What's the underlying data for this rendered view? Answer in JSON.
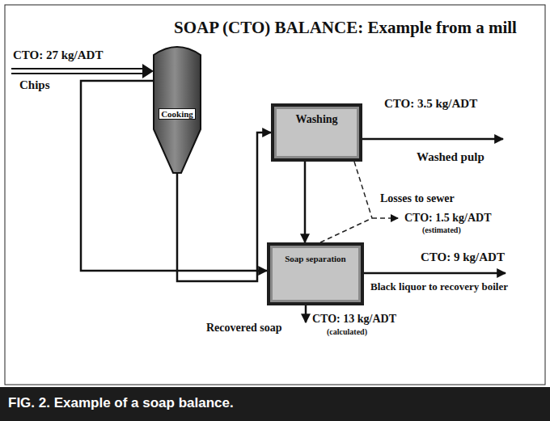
{
  "diagram": {
    "title": "SOAP (CTO) BALANCE: Example from a mill",
    "caption": "FIG. 2. Example of a soap balance.",
    "nodes": [
      {
        "text": [
          "Cooking"
        ]
      },
      {
        "text": [
          "Washing"
        ]
      },
      {
        "text": [
          "Soap separation"
        ]
      }
    ],
    "edges": [
      {
        "from": 0,
        "to": 1,
        "arrow": "to"
      },
      {
        "from": 1,
        "to": 2,
        "arrow": "to"
      },
      {
        "from": 0,
        "to": 2,
        "arrow": "to"
      }
    ],
    "labels": [
      "CTO: 27 kg/ADT",
      "Chips",
      "CTO: 3.5 kg/ADT",
      "Washed pulp",
      "Losses to sewer",
      "CTO: 1.5 kg/ADT",
      "(estimated)",
      "CTO: 9 kg/ADT",
      "Black liquor to recovery boiler",
      "Recovered soap",
      "CTO: 13 kg/ADT",
      "(calculated)"
    ]
  }
}
